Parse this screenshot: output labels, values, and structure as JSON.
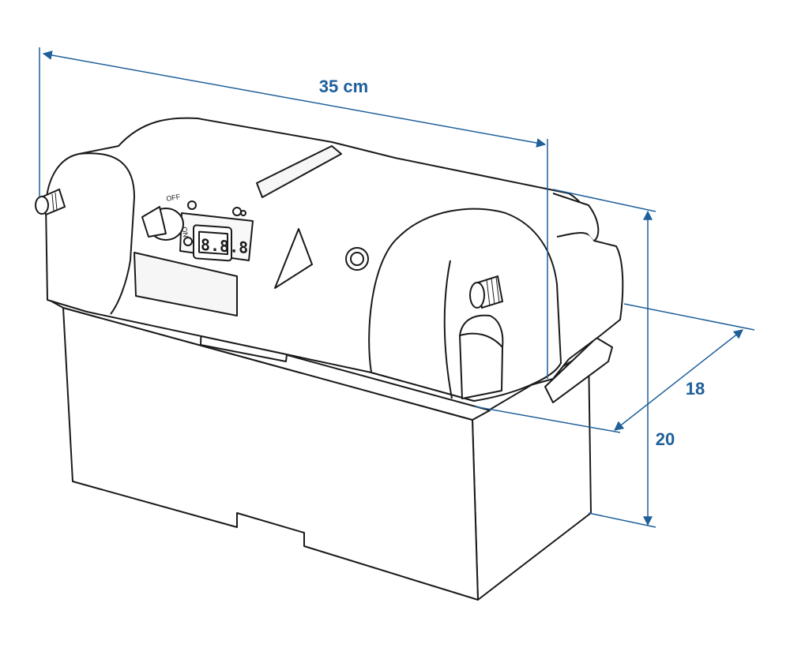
{
  "dimensions": {
    "length_label": "35 cm",
    "depth_label": "18",
    "height_label": "20"
  },
  "panel": {
    "switch_off": "OFF",
    "switch_on": "ON",
    "display_value": "8.8.8"
  },
  "colors": {
    "outline": "#1a1a1a",
    "dimension": "#1f5f9a",
    "fill": "#ffffff",
    "shade": "#f3f3f3"
  }
}
